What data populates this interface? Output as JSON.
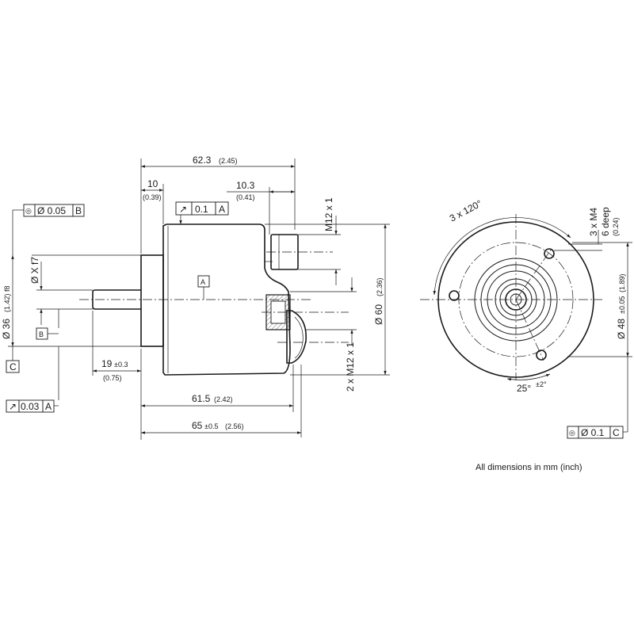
{
  "dimensions": {
    "length_overall": "62.3",
    "length_overall_inch": "(2.45)",
    "flange_offset": "10",
    "flange_offset_inch": "(0.39)",
    "connector_offset": "10.3",
    "connector_offset_inch": "(0.41)",
    "connector_thread": "M12 x 1",
    "runout_top": {
      "symbol": "↗",
      "value": "0.1",
      "datum": "A"
    },
    "datum_a_label": "A",
    "shaft_fit": "Ø X f7",
    "shaft_datum": "B",
    "concentricity_left": {
      "symbol": "◎",
      "value": "Ø 0.05",
      "datum": "B"
    },
    "centering_diameter": "Ø 36",
    "centering_diameter_inch": "(1.42) f8",
    "datum_c_label": "C",
    "body_diameter": "Ø 60",
    "body_diameter_inch": "(2.36)",
    "connector_threads_2x": "2 x M12 x 1",
    "shaft_length": "19",
    "shaft_length_tol": "±0.3",
    "shaft_length_inch": "(0.75)",
    "body_length": "61.5",
    "body_length_inch": "(2.42)",
    "overall_length": "65",
    "overall_length_tol": "±0.5",
    "overall_length_inch": "(2.56)",
    "runout_bottom": {
      "symbol": "↗",
      "value": "0.03",
      "datum": "A"
    }
  },
  "front_view": {
    "hole_pattern": "3 x 120°",
    "hole_thread": "3 x M4",
    "hole_depth": "6 deep",
    "hole_depth_inch": "(0.24)",
    "bolt_circle": "Ø 48",
    "bolt_circle_tol": "±0.05",
    "bolt_circle_inch": "(1.89)",
    "angle": "25°",
    "angle_tol": "±2°",
    "position_tol": {
      "symbol": "◎",
      "value": "Ø 0.1",
      "datum": "C"
    }
  },
  "note": "All dimensions in mm (inch)"
}
